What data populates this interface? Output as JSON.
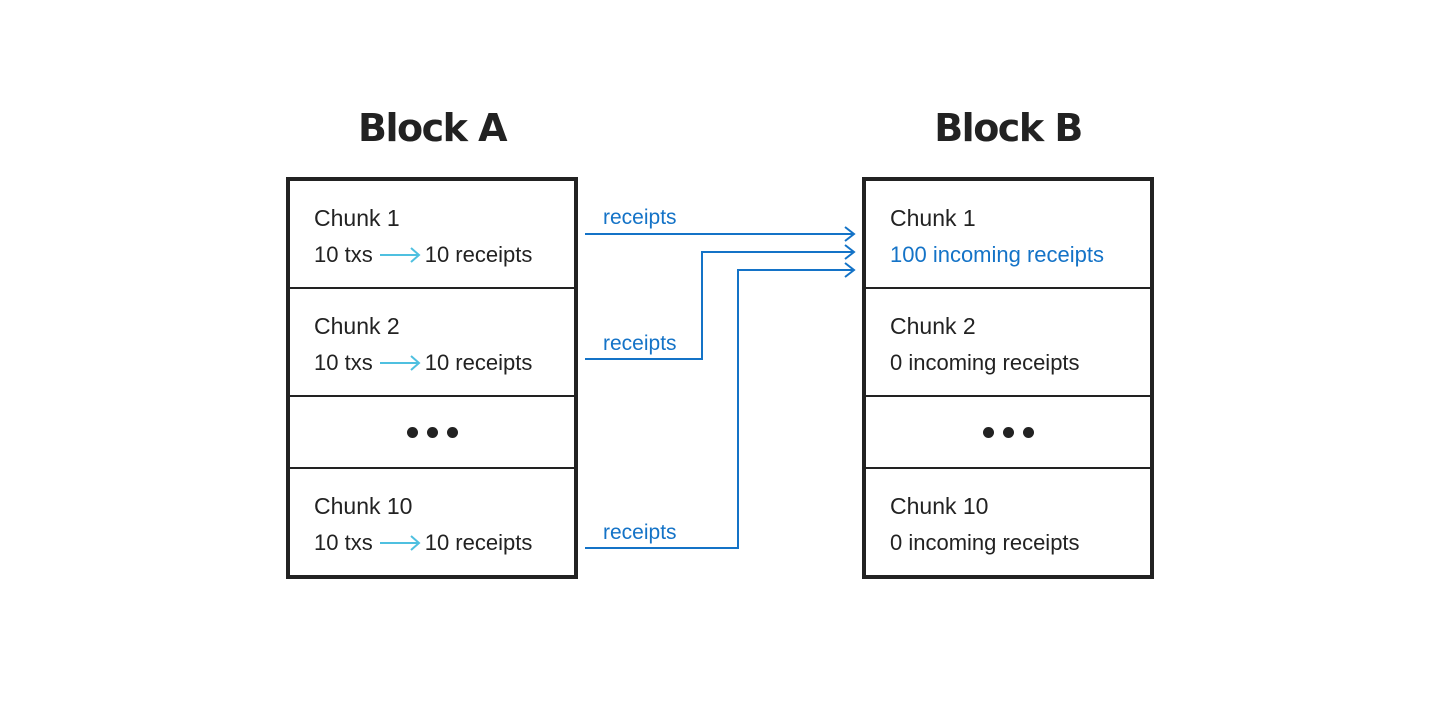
{
  "colors": {
    "ink": "#222222",
    "blue": "#1473c7",
    "light_blue": "#4fc0e0"
  },
  "block_a": {
    "title": "Block A",
    "chunks": [
      {
        "name": "Chunk 1",
        "txs": "10 txs",
        "receipts": "10 receipts"
      },
      {
        "name": "Chunk 2",
        "txs": "10 txs",
        "receipts": "10 receipts"
      },
      {
        "name": "Chunk 10",
        "txs": "10 txs",
        "receipts": "10 receipts"
      }
    ]
  },
  "block_b": {
    "title": "Block B",
    "chunks": [
      {
        "name": "Chunk 1",
        "incoming": "100 incoming receipts"
      },
      {
        "name": "Chunk 2",
        "incoming": "0 incoming receipts"
      },
      {
        "name": "Chunk 10",
        "incoming": "0 incoming receipts"
      }
    ]
  },
  "connectors": {
    "label_1": "receipts",
    "label_2": "receipts",
    "label_3": "receipts"
  }
}
